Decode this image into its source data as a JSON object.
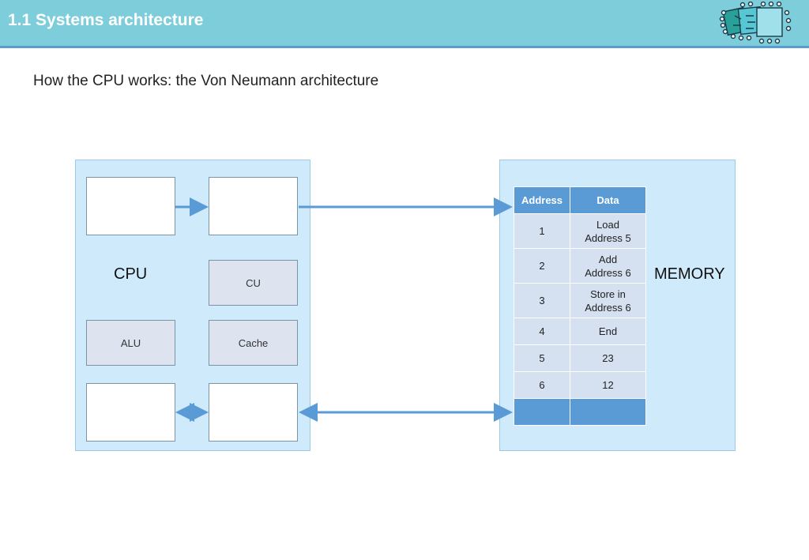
{
  "header": {
    "title": "1.1 Systems architecture",
    "logo_icon": "circuit-chip-icon",
    "background": "#7dcddb",
    "accent": "#5b9bd5"
  },
  "page": {
    "title": "How the CPU works: the Von Neumann architecture"
  },
  "cpu": {
    "label": "CPU",
    "cu_label": "CU",
    "alu_label": "ALU",
    "cache_label": "Cache"
  },
  "memory": {
    "label": "MEMORY",
    "headers": {
      "address": "Address",
      "data": "Data"
    },
    "rows": [
      {
        "address": "1",
        "data_line1": "Load",
        "data_line2": "Address 5"
      },
      {
        "address": "2",
        "data_line1": "Add",
        "data_line2": "Address 6"
      },
      {
        "address": "3",
        "data_line1": "Store in",
        "data_line2": "Address 6"
      },
      {
        "address": "4",
        "data_line1": "End",
        "data_line2": ""
      },
      {
        "address": "5",
        "data_line1": "23",
        "data_line2": ""
      },
      {
        "address": "6",
        "data_line1": "12",
        "data_line2": ""
      }
    ]
  }
}
